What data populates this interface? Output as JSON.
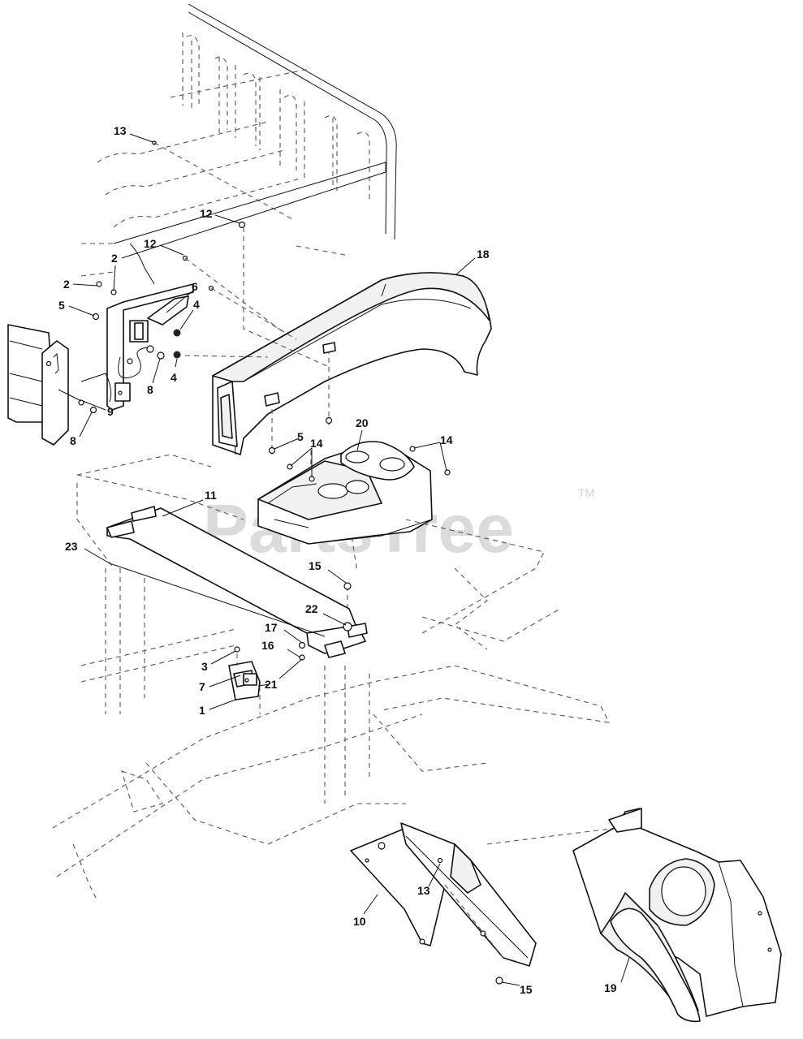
{
  "watermark": {
    "text": "PartsTree",
    "trademark": "TM"
  },
  "callouts": [
    "1",
    "2",
    "2",
    "3",
    "4",
    "4",
    "5",
    "5",
    "6",
    "7",
    "8",
    "8",
    "9",
    "10",
    "11",
    "12",
    "12",
    "13",
    "13",
    "14",
    "14",
    "15",
    "15",
    "16",
    "17",
    "18",
    "19",
    "20",
    "21",
    "22",
    "23"
  ]
}
